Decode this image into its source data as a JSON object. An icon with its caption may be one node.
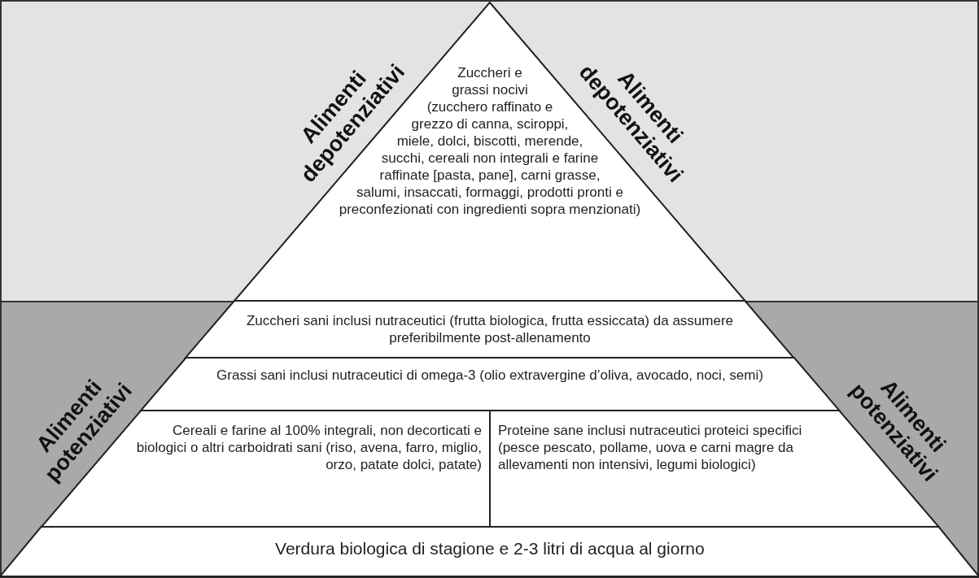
{
  "diagram": {
    "nodes": [
      {
        "text": [
          "Alimenti depotenziativi",
          "Alimenti depotenziativi"
        ]
      },
      {
        "text": [
          "Alimenti potenziativi",
          "Alimenti potenziativi"
        ]
      },
      {
        "text": [
          "Zuccheri e grassi nocivi (zucchero raffinato e grezzo di canna, sciroppi, miele, dolci, biscotti, merende, succhi, cereali non integrali e farine raffinate [pasta, pane], carni grasse, salumi, insaccati, formaggi, prodotti pronti e preconfezionati con ingredienti sopra menzionati)"
        ],
        "in": 0
      },
      {
        "text": [
          "Zuccheri sani inclusi nutraceutici (frutta biologica, frutta essiccata) da assumere preferibilmente post-allenamento"
        ],
        "in": 1
      },
      {
        "text": [
          "Grassi sani inclusi nutraceutici di omega-3 (olio extravergine d’oliva, avocado, noci, semi)"
        ],
        "in": 1
      },
      {
        "text": [
          "Cereali e farine al 100% integrali, non decorticati e biologici o altri carboidrati sani (riso, avena, farro, miglio, orzo, patate dolci, patate)"
        ],
        "in": 1
      },
      {
        "text": [
          "Proteine sane inclusi nutraceutici proteici specifici (pesce pescato, pollame, uova e carni magre da allevamenti non intensivi, legumi biologici)"
        ],
        "in": 1
      },
      {
        "text": [
          "Verdura biologica di stagione e 2-3 litri di acqua al giorno"
        ],
        "in": 1
      }
    ],
    "edges": []
  }
}
